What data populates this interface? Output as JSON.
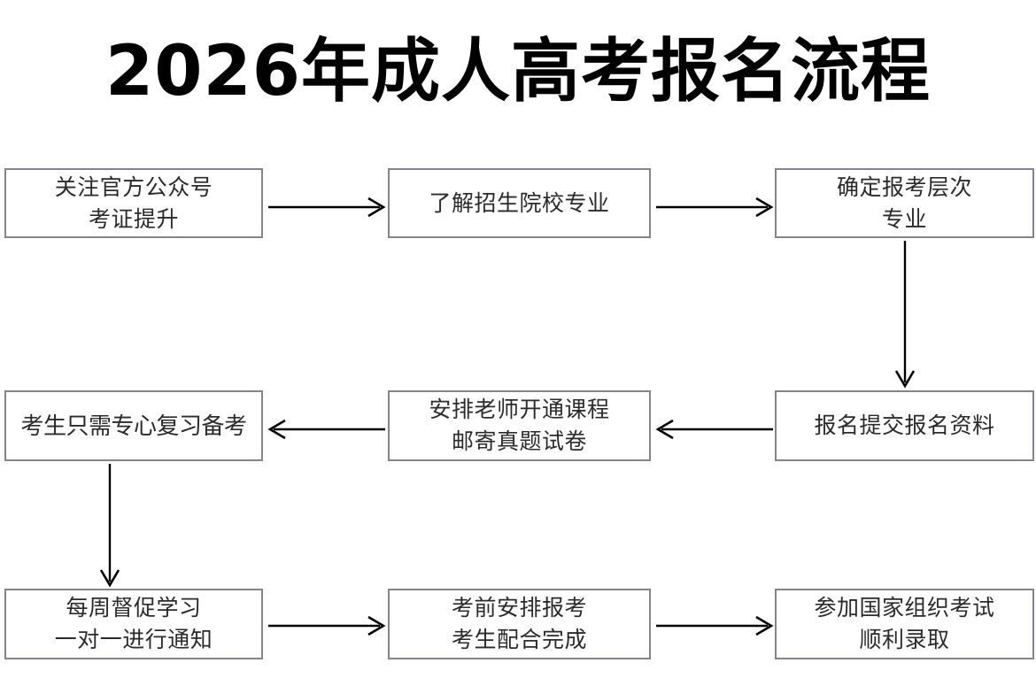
{
  "page": {
    "title": "2026年成人高考报名流程",
    "background_color": "#ffffff",
    "box_border_color": "#84848c",
    "text_color": "#2b2b2b",
    "arrow_color": "#000000"
  },
  "flow": {
    "nodes": [
      {
        "id": "node-1",
        "name": "关注官方公众号考证提升",
        "lines": [
          "关注官方公众号",
          "考证提升"
        ],
        "row": 1,
        "column": "a"
      },
      {
        "id": "node-2",
        "name": "了解招生院校专业",
        "lines": [
          "了解招生院校专业"
        ],
        "row": 1,
        "column": "b"
      },
      {
        "id": "node-3",
        "name": "确定报考层次专业",
        "lines": [
          "确定报考层次",
          "专业"
        ],
        "row": 1,
        "column": "c"
      },
      {
        "id": "node-4",
        "name": "考生只需专心复习备考",
        "lines": [
          "考生只需专心复习备考"
        ],
        "row": 2,
        "column": "a"
      },
      {
        "id": "node-5",
        "name": "安排老师开通课程邮寄真题试卷",
        "lines": [
          "安排老师开通课程",
          "邮寄真题试卷"
        ],
        "row": 2,
        "column": "b"
      },
      {
        "id": "node-6",
        "name": "报名提交报名资料",
        "lines": [
          "报名提交报名资料"
        ],
        "row": 2,
        "column": "c"
      },
      {
        "id": "node-7",
        "name": "每周督促学习一对一进行通知",
        "lines": [
          "每周督促学习",
          "一对一进行通知"
        ],
        "row": 3,
        "column": "a"
      },
      {
        "id": "node-8",
        "name": "考前安排报考考生配合完成",
        "lines": [
          "考前安排报考",
          "考生配合完成"
        ],
        "row": 3,
        "column": "b"
      },
      {
        "id": "node-9",
        "name": "参加国家组织考试顺利录取",
        "lines": [
          "参加国家组织考试",
          "顺利录取"
        ],
        "row": 3,
        "column": "c"
      }
    ],
    "connectors": [
      {
        "id": "arrow-1",
        "from": "node-1",
        "to": "node-2",
        "direction": "right"
      },
      {
        "id": "arrow-2",
        "from": "node-2",
        "to": "node-3",
        "direction": "right"
      },
      {
        "id": "arrow-3",
        "from": "node-3",
        "to": "node-6",
        "direction": "down"
      },
      {
        "id": "arrow-4",
        "from": "node-6",
        "to": "node-5",
        "direction": "left"
      },
      {
        "id": "arrow-5",
        "from": "node-5",
        "to": "node-4",
        "direction": "left"
      },
      {
        "id": "arrow-6",
        "from": "node-4",
        "to": "node-7",
        "direction": "down"
      },
      {
        "id": "arrow-7",
        "from": "node-7",
        "to": "node-8",
        "direction": "right"
      },
      {
        "id": "arrow-8",
        "from": "node-8",
        "to": "node-9",
        "direction": "right"
      }
    ]
  }
}
